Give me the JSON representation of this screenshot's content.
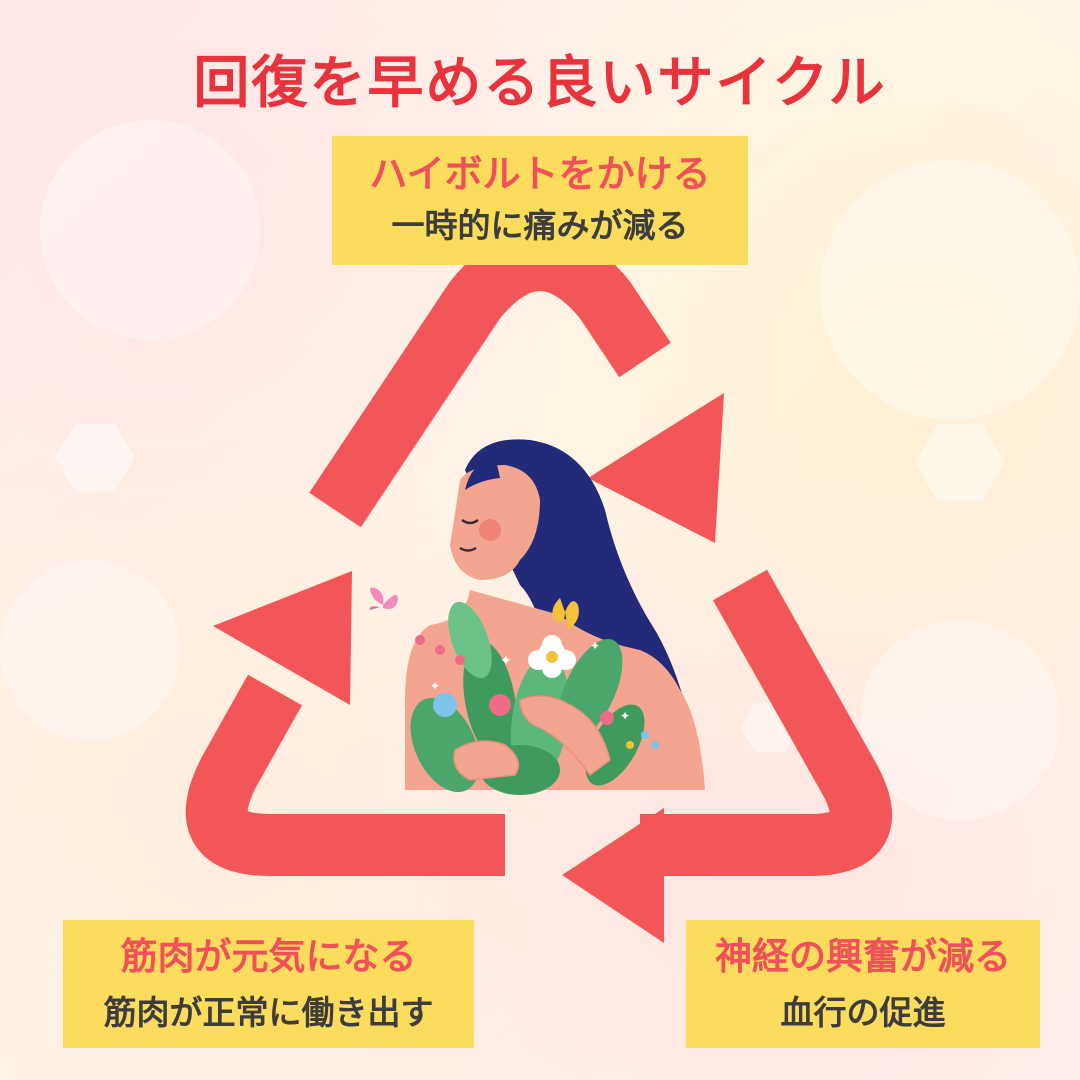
{
  "title": "回復を早める良いサイクル",
  "colors": {
    "accent_red": "#f25658",
    "title_red": "#e8323c",
    "box_yellow": "#fcdc5c",
    "text_dark": "#3d3d3d",
    "hair_navy": "#232a7a",
    "skin": "#f4a58f"
  },
  "steps": [
    {
      "heading": "ハイボルトをかける",
      "detail": "一時的に痛みが減る"
    },
    {
      "heading": "神経の興奮が減る",
      "detail": "血行の促進"
    },
    {
      "heading": "筋肉が元気になる",
      "detail": "筋肉が正常に働き出す"
    }
  ],
  "illustration": {
    "subject": "woman with flowers and butterflies",
    "icons": [
      "butterfly-icon",
      "flower-icon",
      "leaf-icon",
      "sparkle-icon"
    ]
  }
}
